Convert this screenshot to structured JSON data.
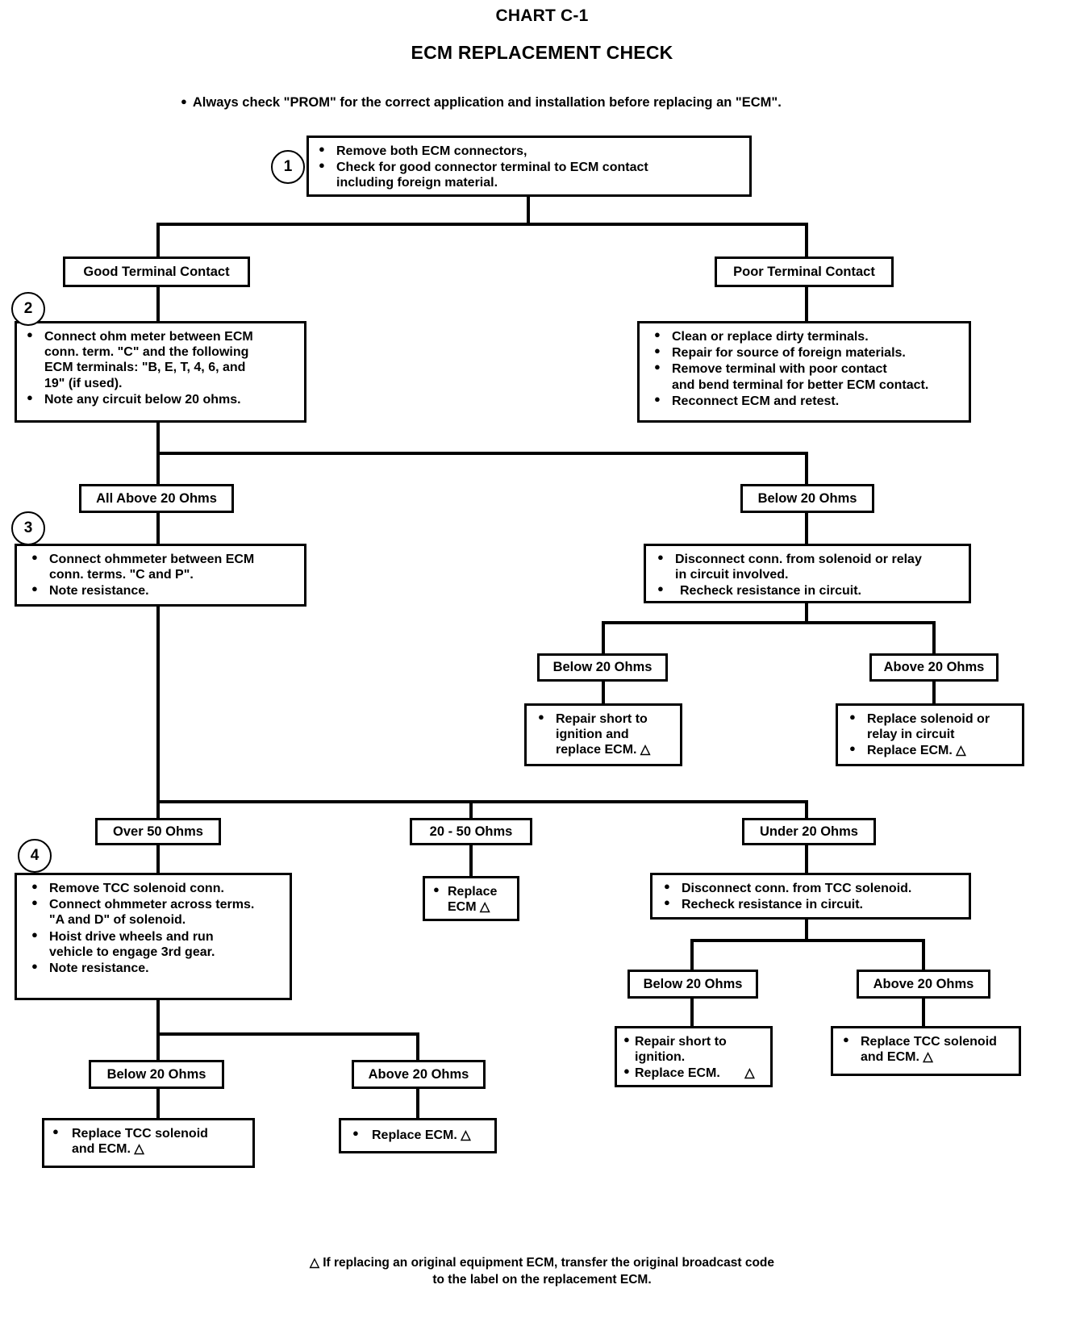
{
  "header": {
    "chart_number": "CHART C-1",
    "title": "ECM REPLACEMENT CHECK",
    "prom_note": "Always check \"PROM\" for the correct application and installation before replacing an \"ECM\"."
  },
  "steps": {
    "one": "1",
    "two": "2",
    "three": "3",
    "four": "4"
  },
  "nodes": {
    "step1": {
      "items": [
        "Remove both ECM connectors,",
        "Check for good connector terminal to ECM contact",
        "including foreign material."
      ],
      "line1": "Remove both ECM connectors,",
      "line2": "Check for good connector terminal to ECM contact",
      "line3": "including foreign material."
    },
    "good_terminal": "Good Terminal Contact",
    "poor_terminal": "Poor Terminal Contact",
    "step2": {
      "b1_l1": "Connect ohm meter between ECM",
      "b1_l2": "conn. term. \"C\" and the following",
      "b1_l3": "ECM terminals: \"B, E, T, 4, 6, and",
      "b1_l4": "19\" (if used).",
      "b2_l1": "Note any circuit below 20 ohms."
    },
    "poor_actions": {
      "b1": "Clean or replace dirty terminals.",
      "b2": "Repair for source of foreign materials.",
      "b3_l1": "Remove terminal with poor contact",
      "b3_l2": "and bend terminal for better ECM contact.",
      "b4": "Reconnect ECM and retest."
    },
    "all_above_20": "All Above 20 Ohms",
    "below_20_a": "Below 20 Ohms",
    "step3": {
      "b1_l1": "Connect ohmmeter between ECM",
      "b1_l2": "conn. terms. \"C and P\".",
      "b2_l1": "Note resistance."
    },
    "disconnect_solenoid": {
      "b1_l1": "Disconnect conn. from solenoid or relay",
      "b1_l2": "in circuit involved.",
      "b2_l1": "Recheck resistance in circuit."
    },
    "below_20_b": "Below 20 Ohms",
    "above_20_b": "Above 20 Ohms",
    "repair_short_ign": {
      "b1_l1": "Repair short to",
      "b1_l2": "ignition and",
      "b1_l3": "replace ECM. △"
    },
    "replace_solenoid_relay": {
      "b1_l1": "Replace solenoid or",
      "b1_l2": "relay in circuit",
      "b2_l1": "Replace ECM. △"
    },
    "over_50": "Over 50 Ohms",
    "range_20_50": "20 - 50 Ohms",
    "under_20": "Under 20 Ohms",
    "step4": {
      "b1": "Remove TCC solenoid conn.",
      "b2_l1": "Connect ohmmeter across terms.",
      "b2_l2": "\"A and D\" of solenoid.",
      "b3_l1": "Hoist drive wheels and run",
      "b3_l2": "vehicle to engage 3rd gear.",
      "b4": "Note resistance."
    },
    "replace_ecm_mid": {
      "b1_l1": "Replace",
      "b1_l2": "ECM △"
    },
    "disconnect_tcc": {
      "b1": "Disconnect conn. from TCC solenoid.",
      "b2": "Recheck resistance in circuit."
    },
    "below_20_c": "Below 20 Ohms",
    "above_20_c": "Above 20 Ohms",
    "repair_short_ign2": {
      "b1_l1": "Repair short to",
      "b1_l2": "ignition.",
      "b2_l1": "Replace ECM.",
      "b2_tri": "△"
    },
    "replace_tcc_ecm_r": {
      "b1_l1": "Replace TCC solenoid",
      "b1_l2": "and ECM. △"
    },
    "below_20_d": "Below 20 Ohms",
    "above_20_d": "Above 20 Ohms",
    "replace_tcc_ecm_b": {
      "b1_l1": "Replace TCC solenoid",
      "b1_l2": "and ECM.  △"
    },
    "replace_ecm_b": {
      "b1_l1": "Replace ECM. △"
    }
  },
  "footnote": {
    "line1": "△ If replacing an original equipment ECM, transfer the original broadcast code",
    "line2": "to the label on the replacement ECM."
  },
  "colors": {
    "ink": "#000000",
    "paper": "#ffffff"
  }
}
